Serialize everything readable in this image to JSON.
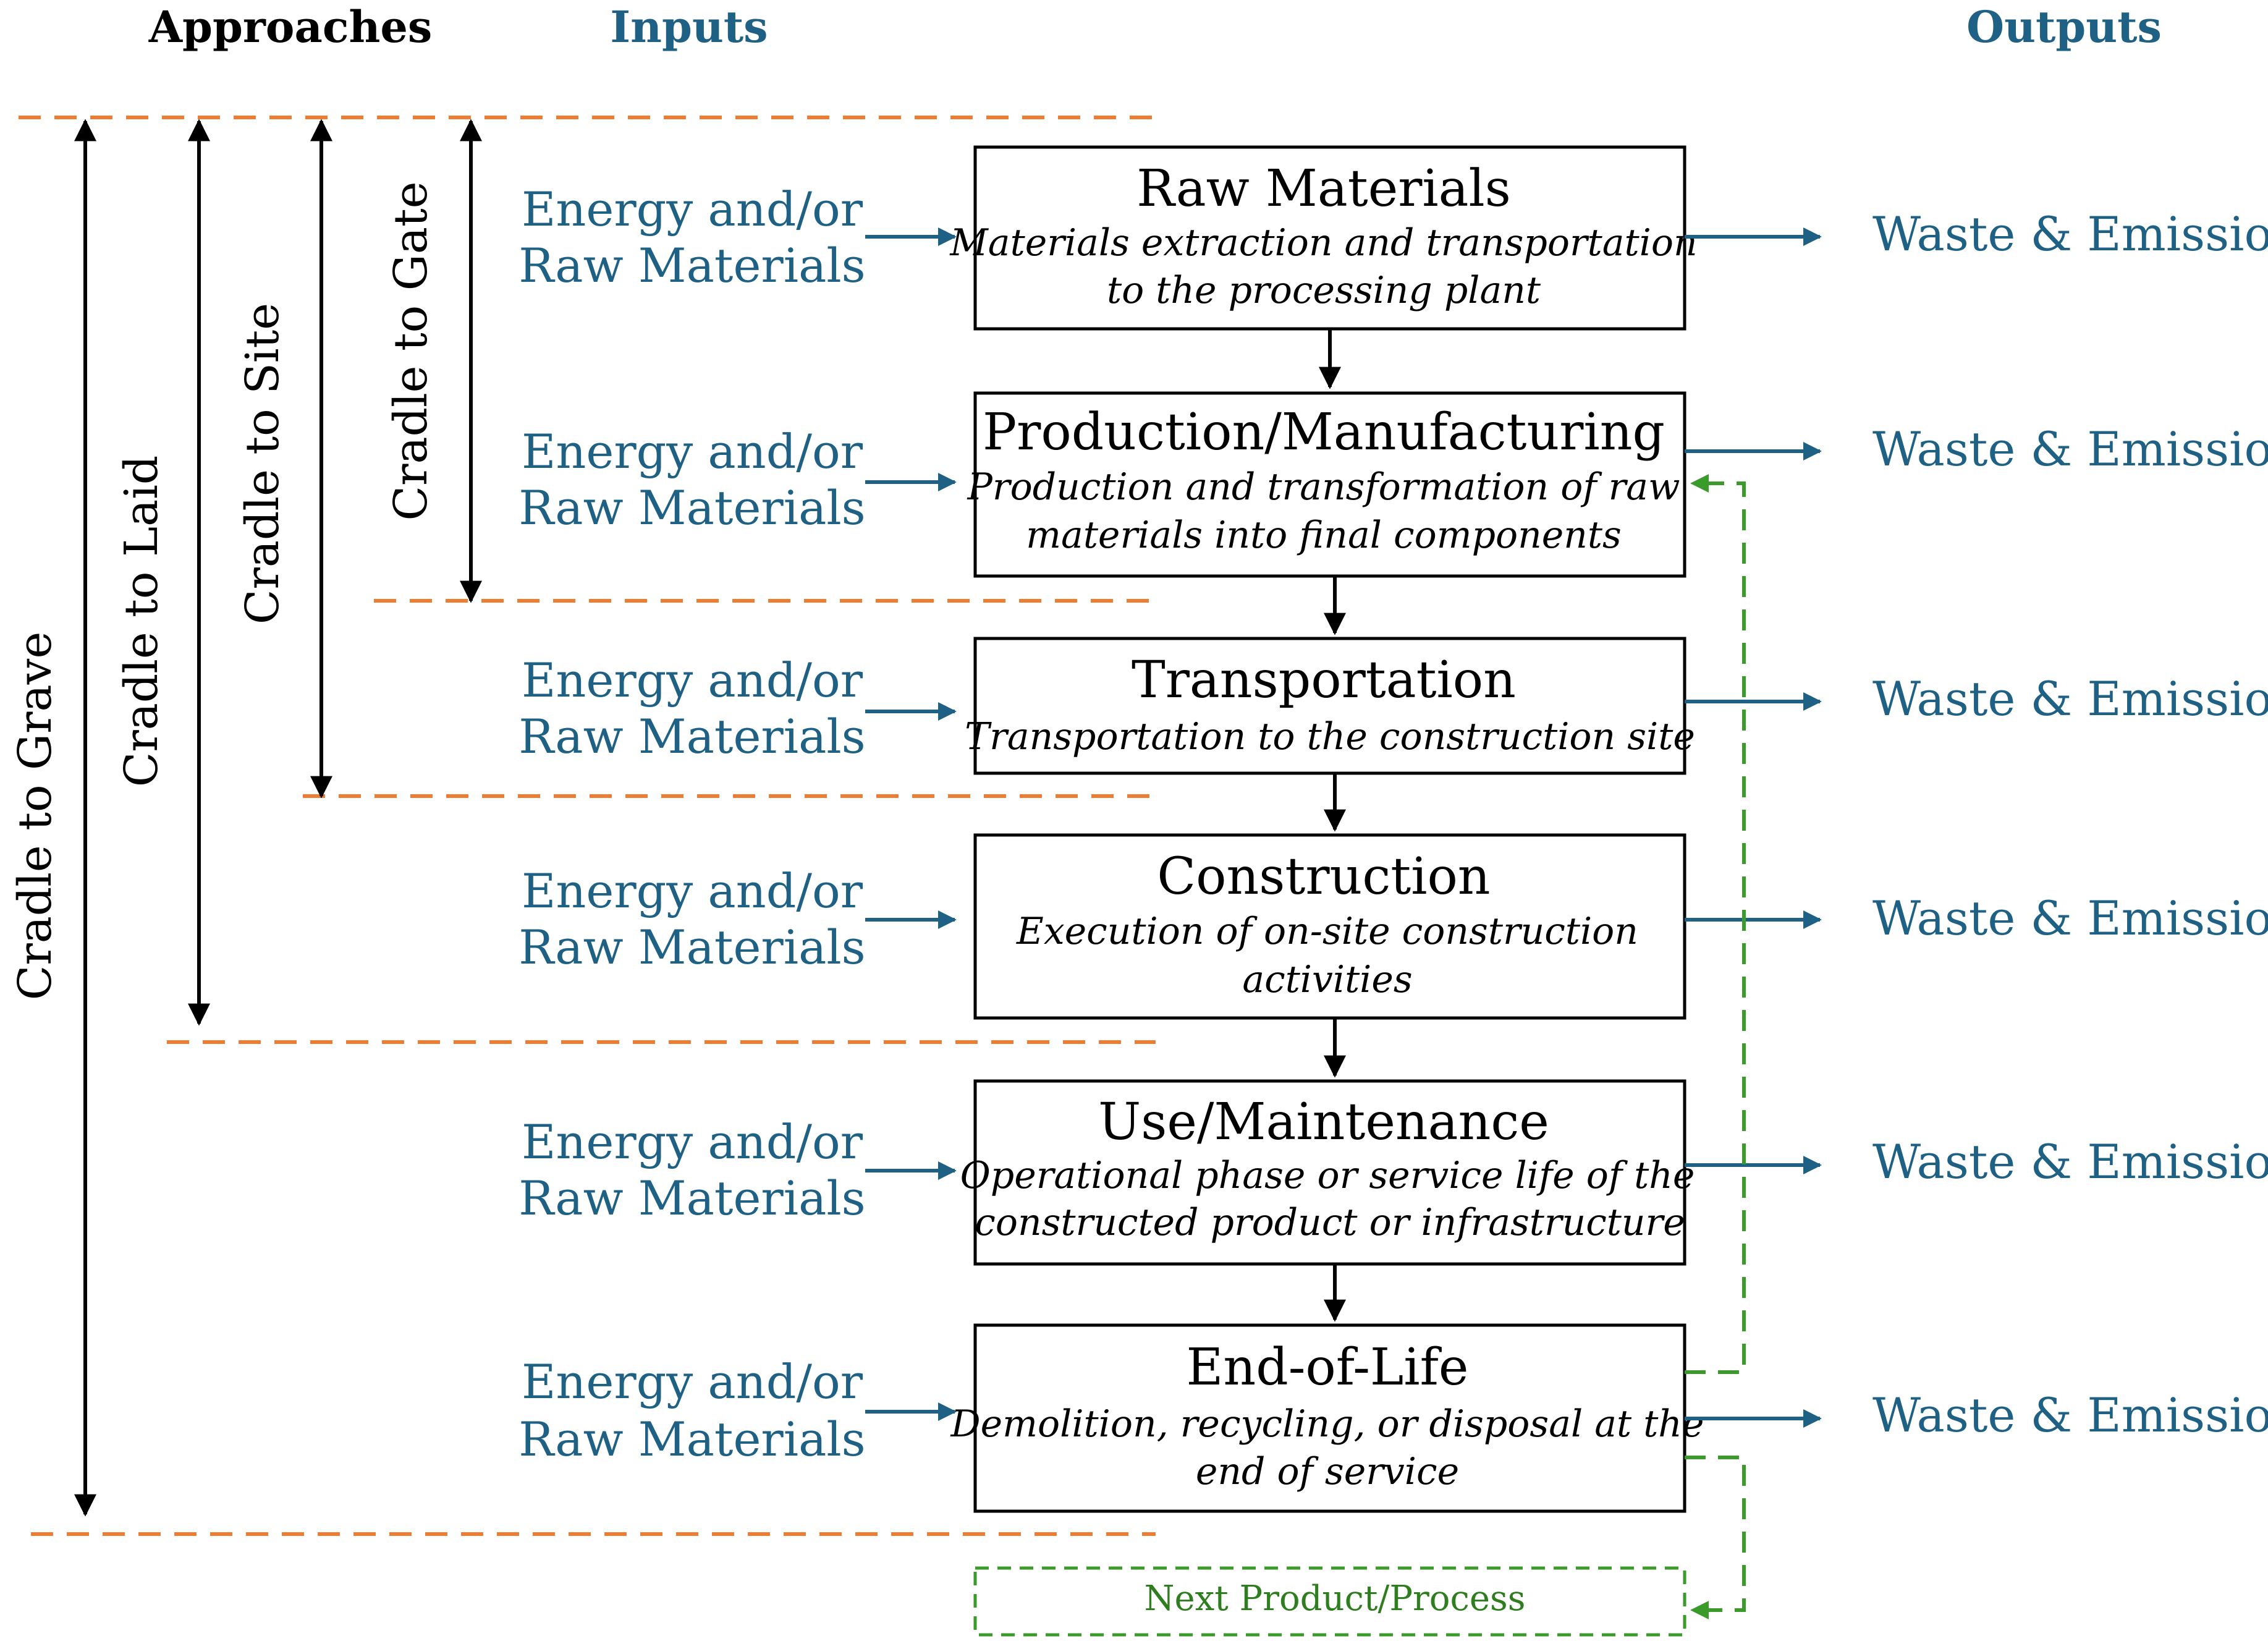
{
  "headers": {
    "approaches": "Approaches",
    "inputs": "Inputs",
    "outputs": "Outputs"
  },
  "approaches": [
    {
      "label": "Cradle to Grave"
    },
    {
      "label": "Cradle to Laid"
    },
    {
      "label": "Cradle to Site"
    },
    {
      "label": "Cradle to Gate"
    }
  ],
  "stages": [
    {
      "title": "Raw Materials",
      "desc": [
        "Materials extraction and  transportation",
        "to the processing plant"
      ]
    },
    {
      "title": "Production/Manufacturing",
      "desc": [
        "Production and transformation of raw",
        "materials into final components"
      ]
    },
    {
      "title": "Transportation",
      "desc": [
        "Transportation to the construction site"
      ]
    },
    {
      "title": "Construction",
      "desc": [
        "Execution of on-site construction",
        "activities"
      ]
    },
    {
      "title": "Use/Maintenance",
      "desc": [
        "Operational phase or service life of the",
        "constructed product or infrastructure"
      ]
    },
    {
      "title": "End-of-Life",
      "desc": [
        "Demolition, recycling, or disposal at the",
        "end of service"
      ]
    }
  ],
  "input_label": [
    "Energy and/or",
    "Raw Materials"
  ],
  "output_label": "Waste & Emissions",
  "next_product": "Next Product/Process",
  "colors": {
    "blue": "#1f6185",
    "orange_dash": "#ed7d31",
    "green_dash": "#3a9a2a",
    "box_border": "#000000"
  }
}
